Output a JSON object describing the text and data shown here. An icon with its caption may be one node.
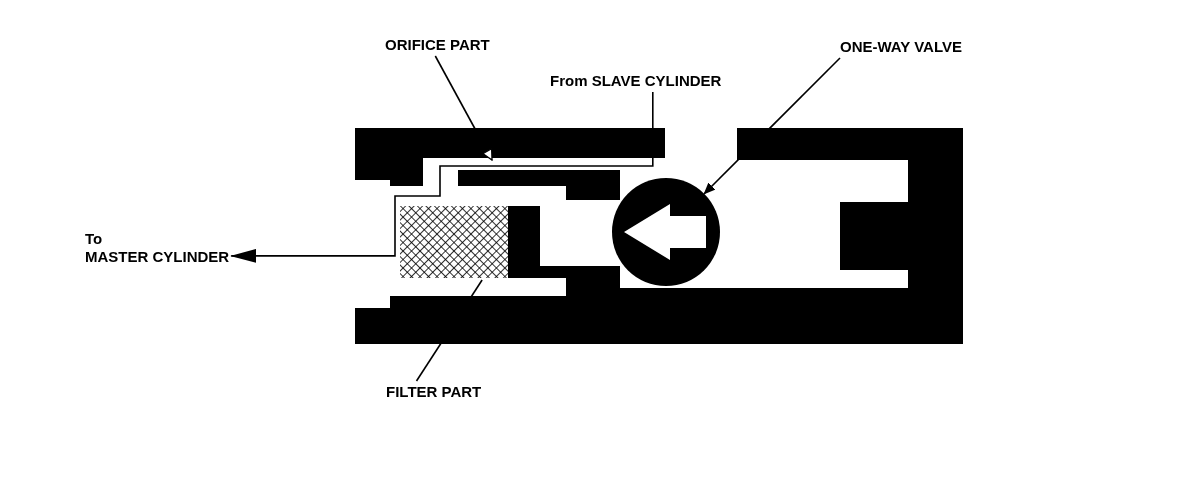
{
  "diagram": {
    "nodes": [
      {
        "text": [
          "ORIFICE PART"
        ]
      },
      {
        "text": [
          "From SLAVE CYLINDER"
        ]
      },
      {
        "text": [
          "ONE-WAY VALVE"
        ]
      },
      {
        "text": [],
        "shape": "circle"
      },
      {
        "text": [
          "To MASTER CYLINDER"
        ]
      },
      {
        "text": [],
        "shape": "box"
      },
      {
        "text": [
          "FILTER PART"
        ]
      }
    ],
    "edges": [
      {
        "from": 0,
        "to": null,
        "arrow": "to"
      },
      {
        "from": 2,
        "to": 3,
        "arrow": "to"
      },
      {
        "from": 6,
        "to": 5,
        "arrow": "none"
      },
      {
        "from": 1,
        "to": 4,
        "arrow": "to"
      }
    ]
  }
}
